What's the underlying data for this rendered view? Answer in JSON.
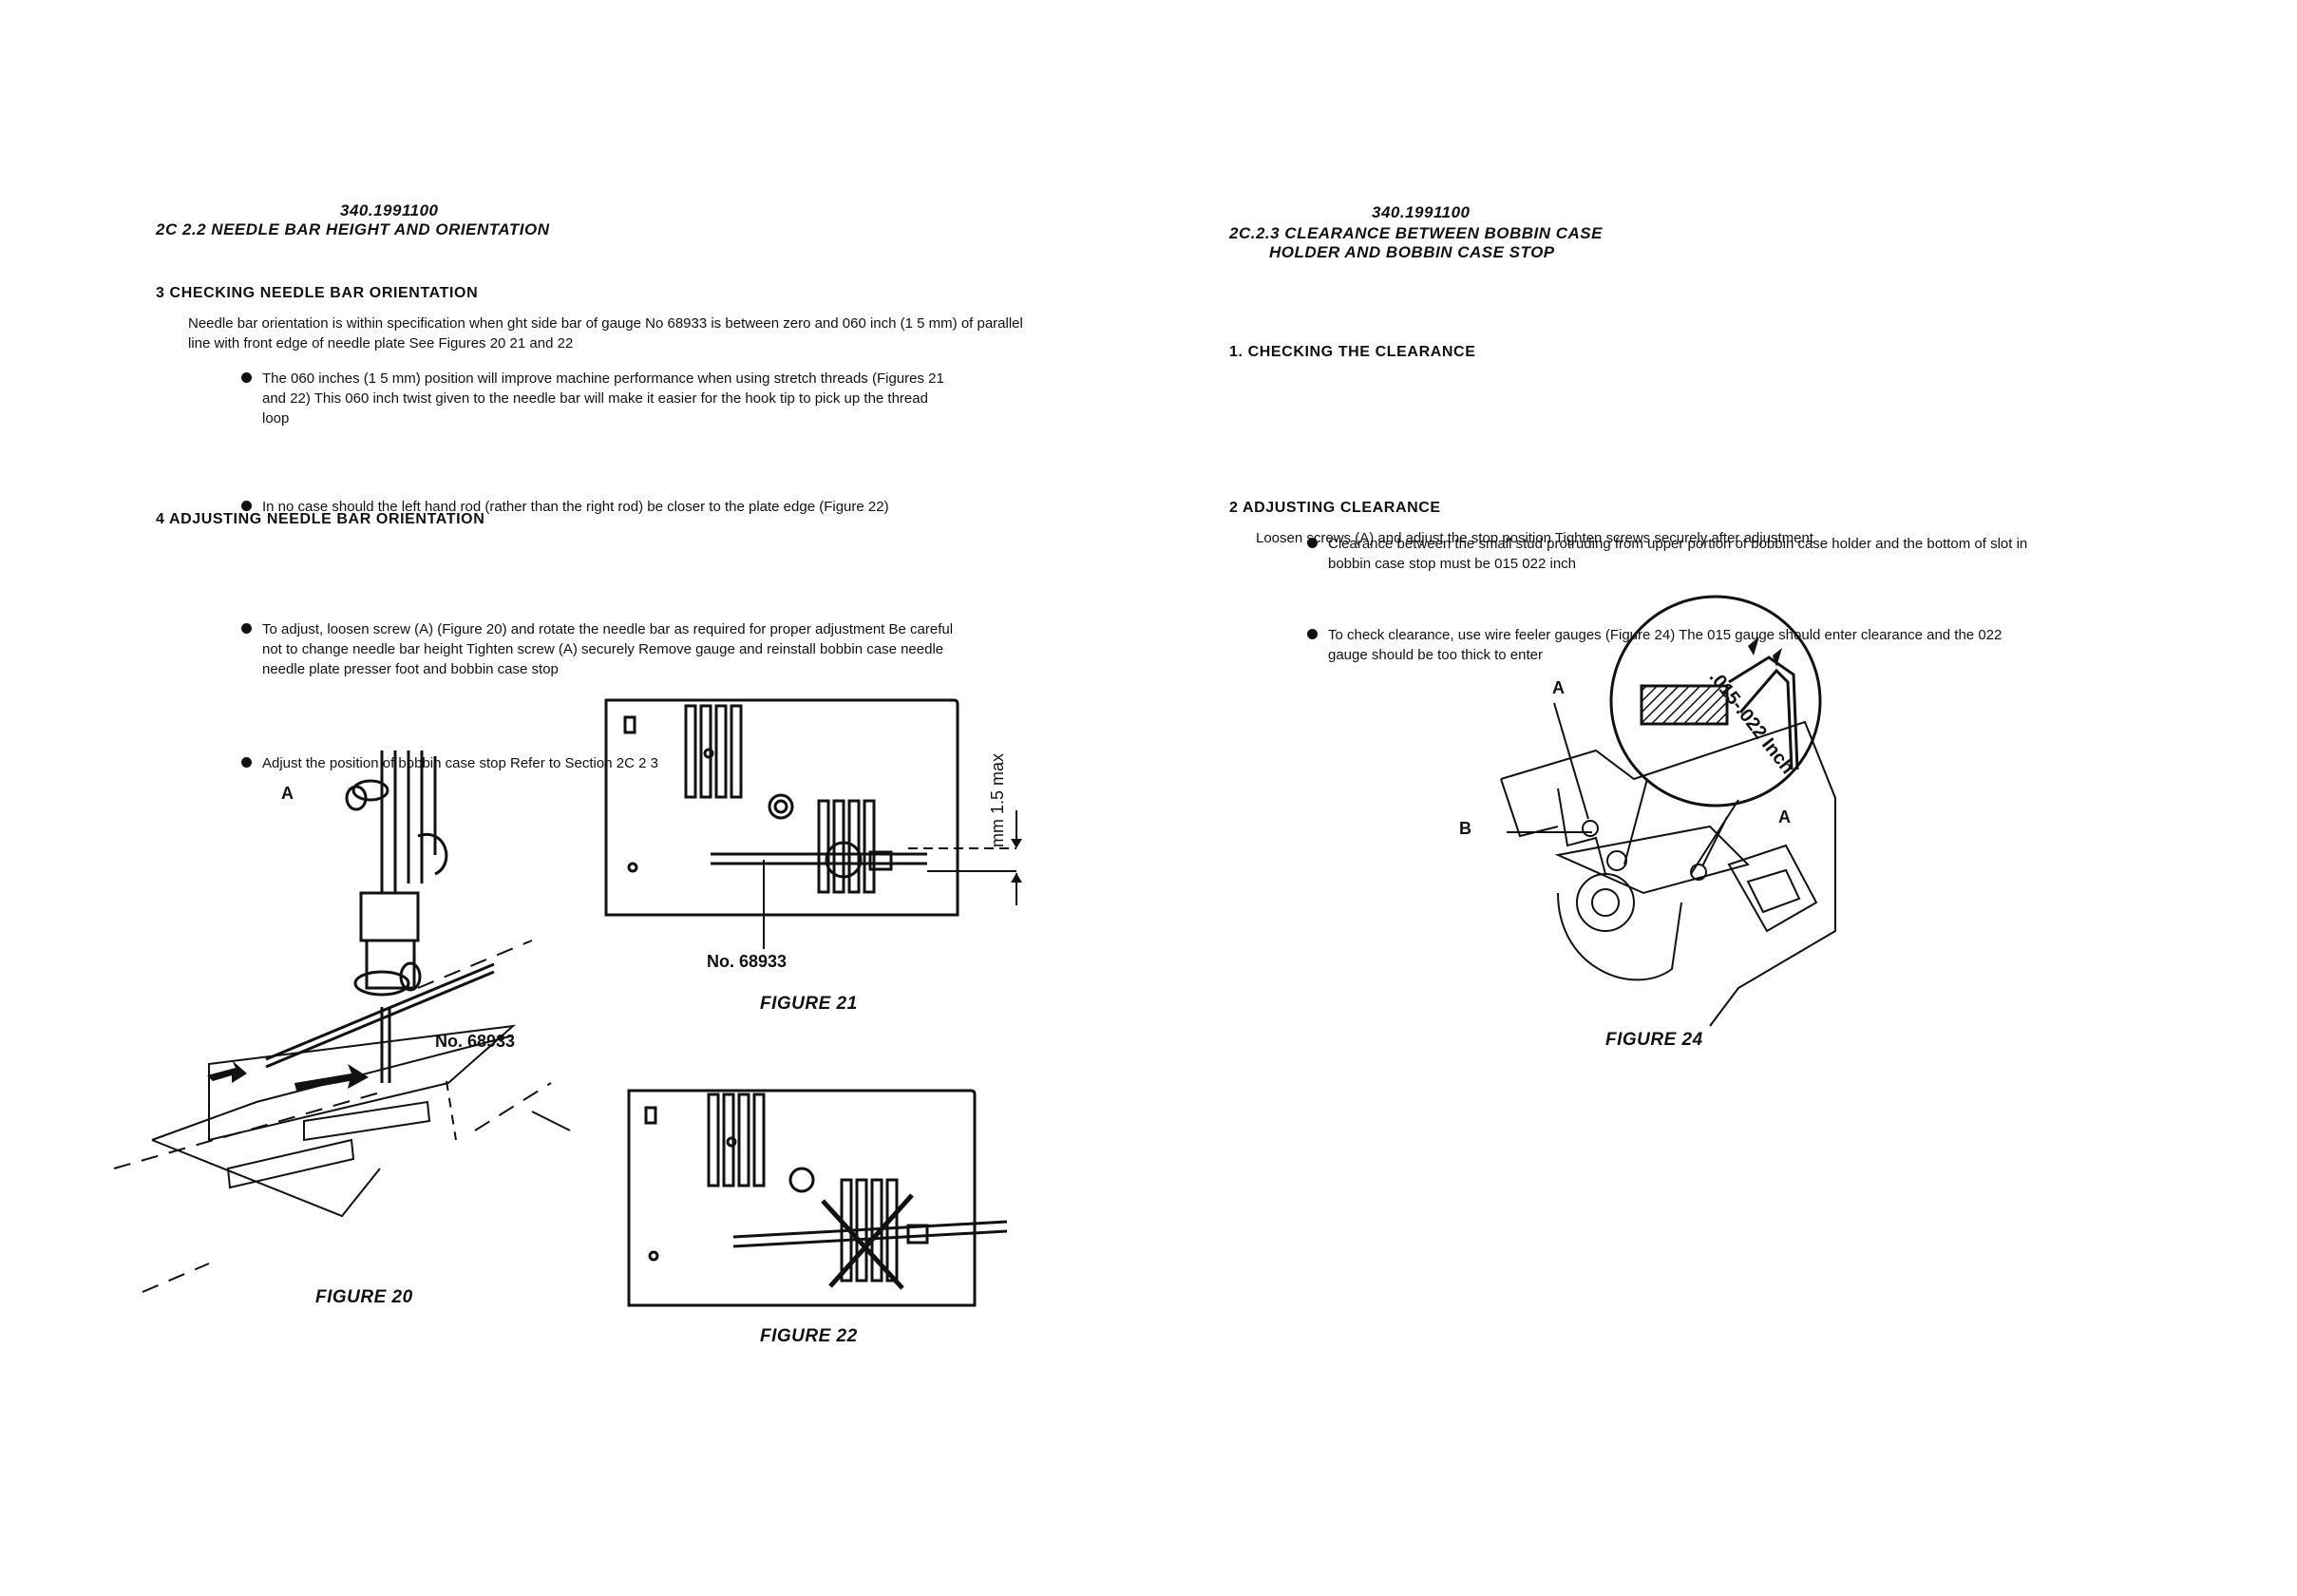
{
  "left": {
    "code": "340.1991100",
    "title": "2C 2.2  NEEDLE BAR HEIGHT AND ORIENTATION",
    "sec3": {
      "title": "3   CHECKING NEEDLE BAR ORIENTATION",
      "para": "Needle bar orientation is within specification when  ght side bar of gauge No 68933 is between zero and 060 inch (1 5 mm) of parallel line with front edge of needle plate  See Figures 20 21 and 22",
      "b1": "The 060 inches (1 5 mm) position will improve machine performance when using stretch threads (Figures 21 and 22)  This 060 inch twist given to the needle bar will make it easier for the hook tip to pick up the thread loop",
      "b2": "In no case should the left hand rod (rather than the right rod) be closer to the plate edge (Figure 22)"
    },
    "sec4": {
      "title": "4   ADJUSTING NEEDLE BAR ORIENTATION",
      "b1": "To adjust, loosen screw (A) (Figure 20) and rotate the needle bar as required for proper adjustment  Be careful not to change needle bar height  Tighten screw (A) securely  Remove gauge and reinstall bobbin case  needle  needle plate  presser foot  and bobbin case stop",
      "b2": "Adjust the position of bobbin case stop  Refer to Section 2C 2 3"
    },
    "fig20": {
      "caption": "FIGURE 20",
      "label_a": "A",
      "label_no": "No. 68933"
    },
    "fig21": {
      "caption": "FIGURE 21",
      "label_no": "No. 68933",
      "label_max": "mm 1.5 max"
    },
    "fig22": {
      "caption": "FIGURE 22"
    }
  },
  "right": {
    "code": "340.1991100",
    "title1": "2C.2.3  CLEARANCE BETWEEN BOBBIN CASE",
    "title2": "HOLDER AND BOBBIN CASE STOP",
    "sec1": {
      "title": "1.   CHECKING THE CLEARANCE",
      "b1": "Clearance between the small stud protruding from upper portion of bobbin case holder and the bottom of slot in bobbin case stop must be 015 022 inch",
      "b2": "To check clearance, use wire feeler gauges (Figure 24)  The 015 gauge should enter clearance and the 022 gauge should be too thick to enter"
    },
    "sec2": {
      "title": "2   ADJUSTING CLEARANCE",
      "para": "Loosen screws (A) and adjust the stop position  Tighten screws securely after adjustment"
    },
    "fig24": {
      "caption": "FIGURE 24",
      "label_a1": "A",
      "label_a2": "A",
      "label_b": "B",
      "label_inch": ".015-.022 Inch"
    }
  }
}
